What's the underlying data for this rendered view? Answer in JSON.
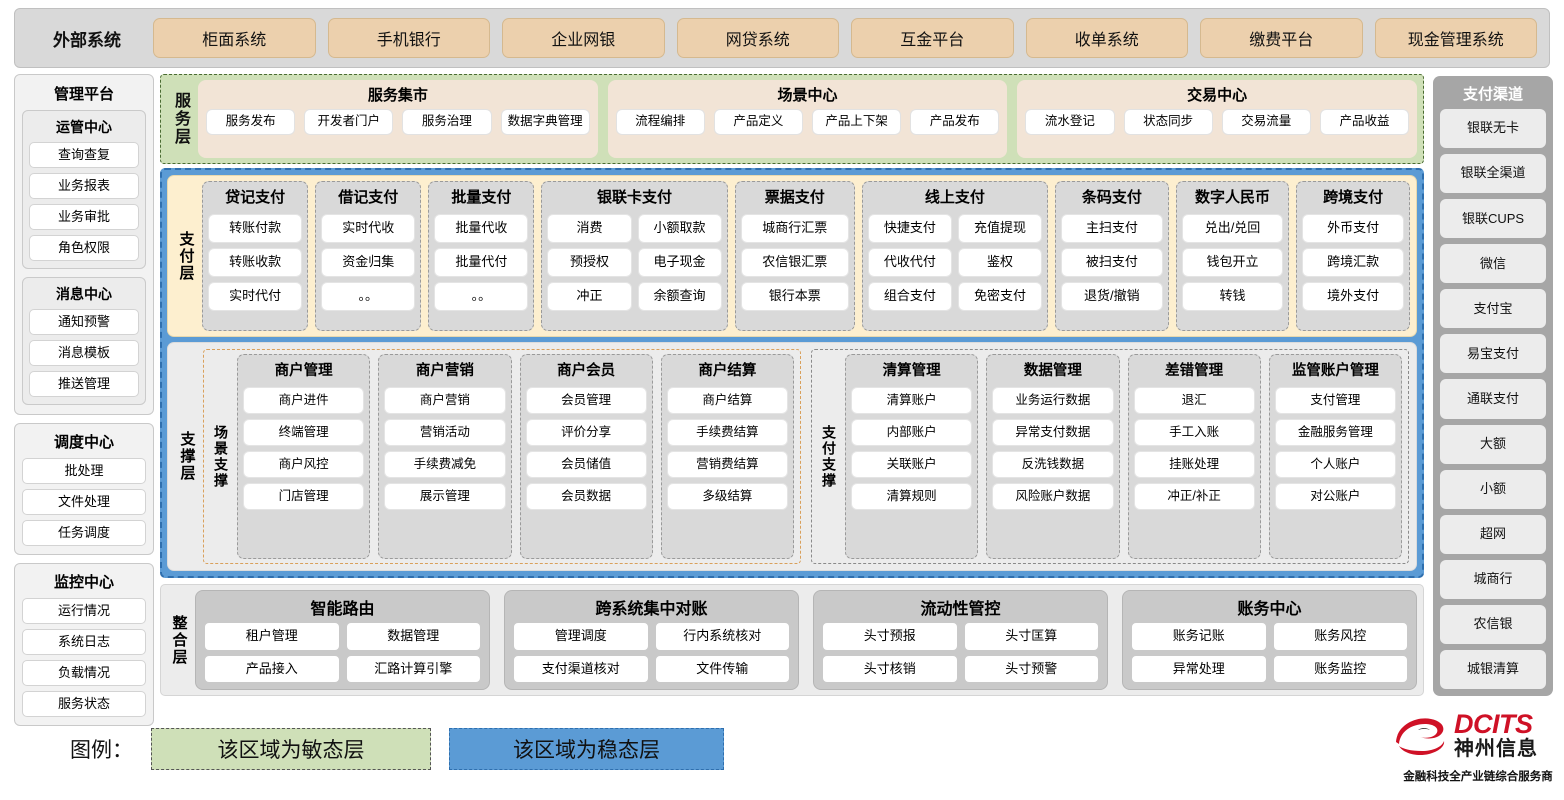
{
  "external": {
    "title": "外部系统",
    "items": [
      "柜面系统",
      "手机银行",
      "企业网银",
      "网贷系统",
      "互金平台",
      "收单系统",
      "缴费平台",
      "现金管理系统"
    ]
  },
  "management": {
    "title": "管理平台",
    "centers": [
      {
        "title": "运管中心",
        "items": [
          "查询查复",
          "业务报表",
          "业务审批",
          "角色权限"
        ]
      },
      {
        "title": "消息中心",
        "items": [
          "通知预警",
          "消息模板",
          "推送管理"
        ]
      }
    ],
    "standalone": [
      {
        "title": "调度中心",
        "items": [
          "批处理",
          "文件处理",
          "任务调度"
        ]
      },
      {
        "title": "监控中心",
        "items": [
          "运行情况",
          "系统日志",
          "负载情况",
          "服务状态"
        ]
      }
    ]
  },
  "service_layer": {
    "label": "服务层",
    "groups": [
      {
        "title": "服务集市",
        "items": [
          "服务发布",
          "开发者门户",
          "服务治理",
          "数据字典管理"
        ]
      },
      {
        "title": "场景中心",
        "items": [
          "流程编排",
          "产品定义",
          "产品上下架",
          "产品发布"
        ]
      },
      {
        "title": "交易中心",
        "items": [
          "流水登记",
          "状态同步",
          "交易流量",
          "产品收益"
        ]
      }
    ]
  },
  "payment_layer": {
    "label": "支付层",
    "groups": [
      {
        "title": "贷记支付",
        "cols": 1,
        "items": [
          "转账付款",
          "转账收款",
          "实时代付"
        ]
      },
      {
        "title": "借记支付",
        "cols": 1,
        "items": [
          "实时代收",
          "资金归集",
          "。。"
        ]
      },
      {
        "title": "批量支付",
        "cols": 1,
        "items": [
          "批量代收",
          "批量代付",
          "。。"
        ]
      },
      {
        "title": "银联卡支付",
        "cols": 2,
        "items": [
          "消费",
          "小额取款",
          "预授权",
          "电子现金",
          "冲正",
          "余额查询"
        ]
      },
      {
        "title": "票据支付",
        "cols": 1,
        "items": [
          "城商行汇票",
          "农信银汇票",
          "银行本票"
        ]
      },
      {
        "title": "线上支付",
        "cols": 2,
        "items": [
          "快捷支付",
          "充值提现",
          "代收代付",
          "鉴权",
          "组合支付",
          "免密支付"
        ]
      },
      {
        "title": "条码支付",
        "cols": 1,
        "items": [
          "主扫支付",
          "被扫支付",
          "退货/撤销"
        ]
      },
      {
        "title": "数字人民币",
        "cols": 1,
        "items": [
          "兑出/兑回",
          "钱包开立",
          "转钱"
        ]
      },
      {
        "title": "跨境支付",
        "cols": 1,
        "items": [
          "外币支付",
          "跨境汇款",
          "境外支付"
        ]
      }
    ]
  },
  "support_layer": {
    "label": "支撑层",
    "halves": [
      {
        "label": "场景支撑",
        "cols": [
          {
            "title": "商户管理",
            "items": [
              "商户进件",
              "终端管理",
              "商户风控",
              "门店管理"
            ]
          },
          {
            "title": "商户营销",
            "items": [
              "商户营销",
              "营销活动",
              "手续费减免",
              "展示管理"
            ]
          },
          {
            "title": "商户会员",
            "items": [
              "会员管理",
              "评价分享",
              "会员储值",
              "会员数据"
            ]
          },
          {
            "title": "商户结算",
            "items": [
              "商户结算",
              "手续费结算",
              "营销费结算",
              "多级结算"
            ]
          }
        ]
      },
      {
        "label": "支付支撑",
        "cols": [
          {
            "title": "清算管理",
            "items": [
              "清算账户",
              "内部账户",
              "关联账户",
              "清算规则"
            ]
          },
          {
            "title": "数据管理",
            "items": [
              "业务运行数据",
              "异常支付数据",
              "反洗钱数据",
              "风险账户数据"
            ]
          },
          {
            "title": "差错管理",
            "items": [
              "退汇",
              "手工入账",
              "挂账处理",
              "冲正/补正"
            ]
          },
          {
            "title": "监管账户管理",
            "items": [
              "支付管理",
              "金融服务管理",
              "个人账户",
              "对公账户"
            ]
          }
        ]
      }
    ]
  },
  "integration_layer": {
    "label": "整合层",
    "groups": [
      {
        "title": "智能路由",
        "items": [
          "租户管理",
          "数据管理",
          "产品接入",
          "汇路计算引擎"
        ]
      },
      {
        "title": "跨系统集中对账",
        "items": [
          "管理调度",
          "行内系统核对",
          "支付渠道核对",
          "文件传输"
        ]
      },
      {
        "title": "流动性管控",
        "items": [
          "头寸预报",
          "头寸匡算",
          "头寸核销",
          "头寸预警"
        ]
      },
      {
        "title": "账务中心",
        "items": [
          "账务记账",
          "账务风控",
          "异常处理",
          "账务监控"
        ]
      }
    ]
  },
  "channels": {
    "title": "支付渠道",
    "items": [
      "银联无卡",
      "银联全渠道",
      "银联CUPS",
      "微信",
      "支付宝",
      "易宝支付",
      "通联支付",
      "大额",
      "小额",
      "超网",
      "城商行",
      "农信银",
      "城银清算"
    ]
  },
  "legend": {
    "label": "图例：",
    "agile": "该区域为敏态层",
    "stable": "该区域为稳态层"
  },
  "logo": {
    "en": "DCITS",
    "cn": "神州信息",
    "slogan": "金融科技全产业链综合服务商"
  },
  "colors": {
    "agile_green": "#cfe0b8",
    "stable_blue": "#5b9bd5",
    "payment_cream": "#fdefcf",
    "external_tan": "#ecd0ad",
    "brand_red": "#cf1126"
  }
}
